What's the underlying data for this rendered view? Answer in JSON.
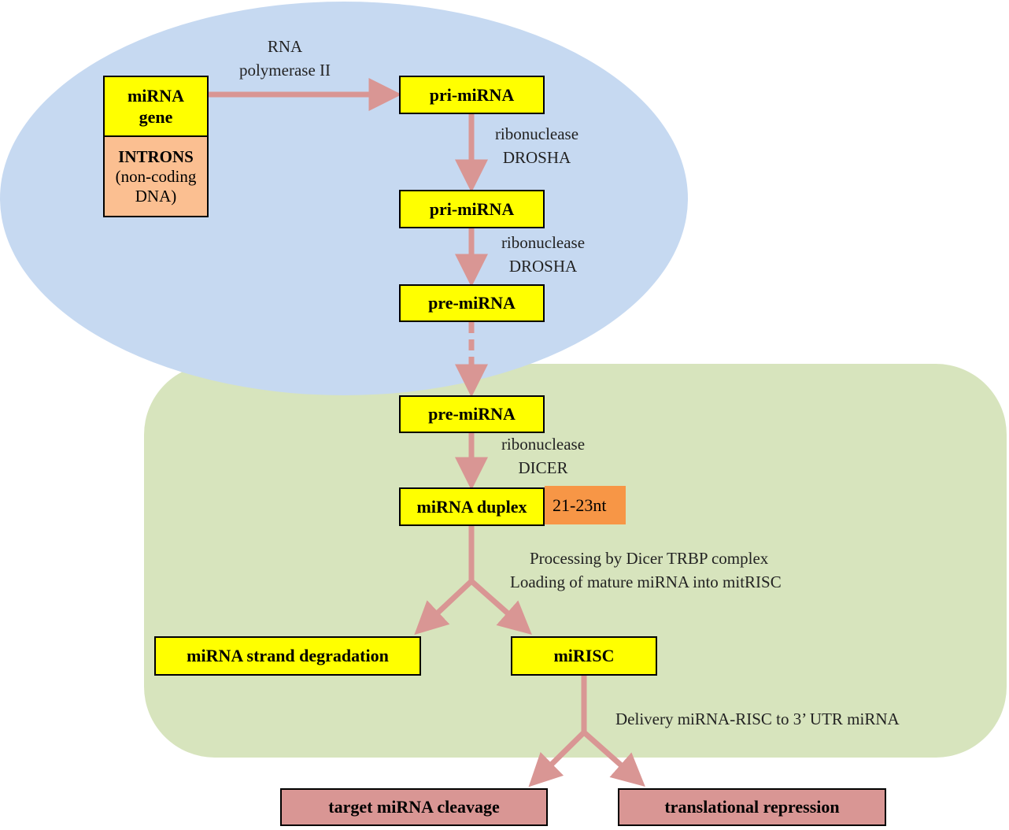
{
  "colors": {
    "nucleus": "#c6d9f1",
    "cytoplasm": "#d7e4bd",
    "box_yellow": "#ffff00",
    "box_peach": "#fbbf91",
    "box_orange": "#f79646",
    "box_rose": "#d99694",
    "arrow": "#d99694"
  },
  "nodes": {
    "mirna_gene": "miRNA\ngene",
    "introns_title": "INTRONS",
    "introns_sub": "(non-coding\nDNA)",
    "pri_mirna_1": "pri-miRNA",
    "pri_mirna_2": "pri-miRNA",
    "pre_mirna_1": "pre-miRNA",
    "pre_mirna_2": "pre-miRNA",
    "mirna_duplex": "miRNA duplex",
    "duplex_length": "21-23nt",
    "strand_degradation": "miRNA strand degradation",
    "mirisc": "miRISC",
    "target_cleavage": "target miRNA cleavage",
    "translational_repression": "translational repression"
  },
  "edge_labels": {
    "rna_pol": "RNA\npolymerase II",
    "drosha_1": "ribonuclease\nDROSHA",
    "drosha_2": "ribonuclease\nDROSHA",
    "dicer": "ribonuclease\nDICER",
    "processing_1": "Processing by Dicer TRBP complex",
    "processing_2": "Loading of mature miRNA into mitRISC",
    "delivery": "Delivery miRNA-RISC to 3’ UTR miRNA"
  }
}
